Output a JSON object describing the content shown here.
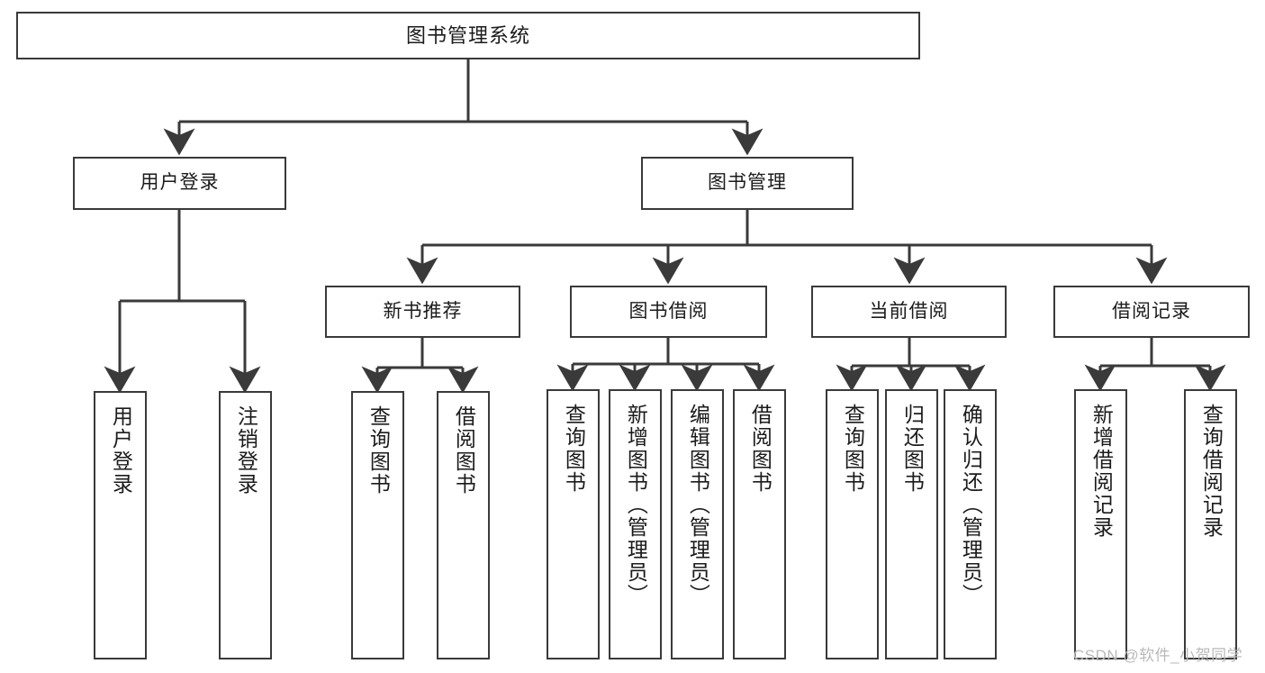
{
  "diagram": {
    "title": "图书管理系统",
    "type": "tree-hierarchy-chart",
    "watermark": "CSDN @软件_小贺同学",
    "colors": {
      "box_border": "#3a3a3a",
      "box_fill": "#ffffff",
      "line": "#3a3a3a",
      "text": "#1b1b1b",
      "watermark": "#b9b9b9"
    },
    "nodes": {
      "root": {
        "label": "图书管理系统"
      },
      "level2": [
        {
          "id": "user-login",
          "label": "用户登录"
        },
        {
          "id": "book-management",
          "label": "图书管理"
        }
      ],
      "level3": [
        {
          "id": "new-book-recommend",
          "label": "新书推荐"
        },
        {
          "id": "book-borrow",
          "label": "图书借阅"
        },
        {
          "id": "current-borrow",
          "label": "当前借阅"
        },
        {
          "id": "borrow-record",
          "label": "借阅记录"
        }
      ],
      "leaves": {
        "user_login": [
          {
            "id": "leaf-user-login",
            "label": "用户登录"
          },
          {
            "id": "leaf-logout-login",
            "label": "注销登录"
          }
        ],
        "new_book_recommend": [
          {
            "id": "leaf-query-book-1",
            "label": "查询图书"
          },
          {
            "id": "leaf-borrow-book-1",
            "label": "借阅图书"
          }
        ],
        "book_borrow": [
          {
            "id": "leaf-query-book-2",
            "label": "查询图书"
          },
          {
            "id": "leaf-add-book",
            "label": "新增图书（管理员）"
          },
          {
            "id": "leaf-edit-book",
            "label": "编辑图书（管理员）"
          },
          {
            "id": "leaf-borrow-book-2",
            "label": "借阅图书"
          }
        ],
        "current_borrow": [
          {
            "id": "leaf-query-book-3",
            "label": "查询图书"
          },
          {
            "id": "leaf-return-book",
            "label": "归还图书"
          },
          {
            "id": "leaf-confirm-return",
            "label": "确认归还（管理员）"
          }
        ],
        "borrow_record": [
          {
            "id": "leaf-add-borrow-record",
            "label": "新增借阅记录"
          },
          {
            "id": "leaf-query-borrow-record",
            "label": "查询借阅记录"
          }
        ]
      }
    }
  }
}
